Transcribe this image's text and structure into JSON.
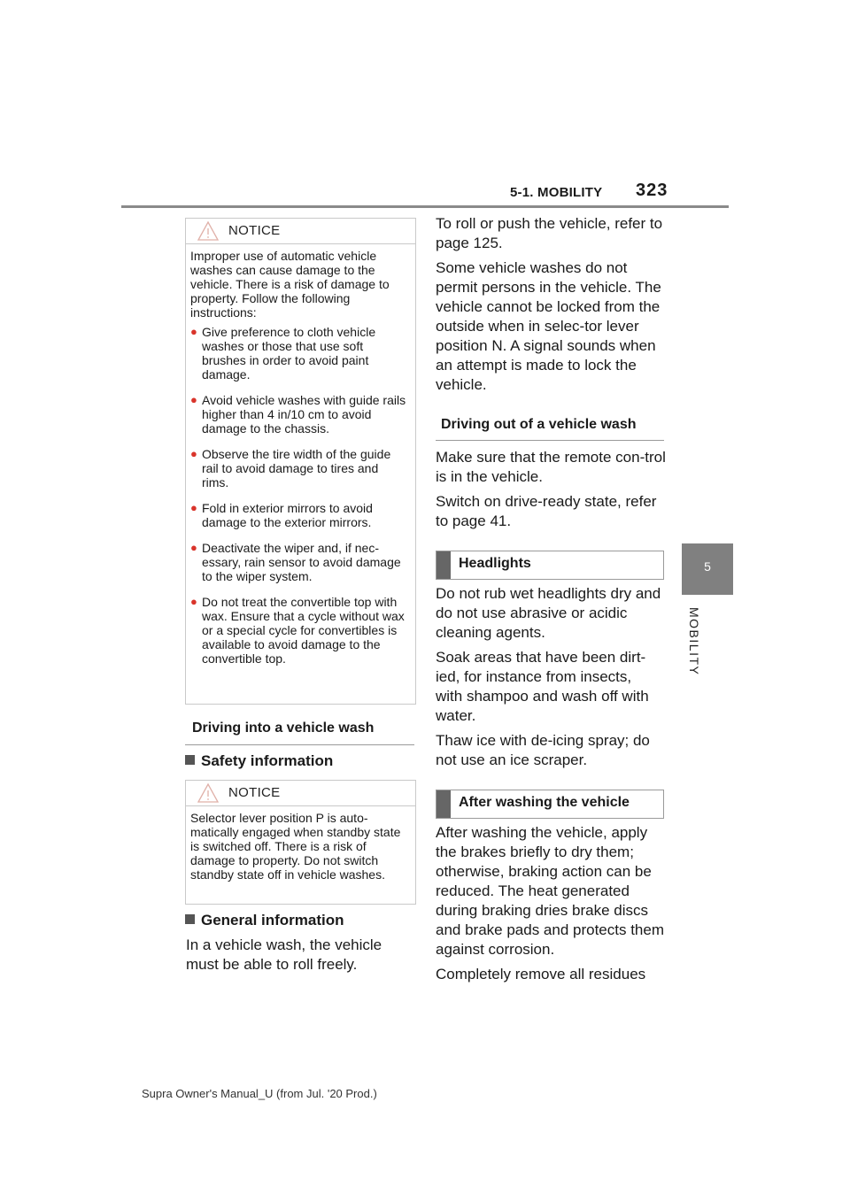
{
  "header": {
    "section": "5-1. MOBILITY",
    "page_number": "323"
  },
  "side_tab": {
    "number": "5",
    "label": "MOBILITY"
  },
  "notice1": {
    "title": "NOTICE",
    "intro": "Improper use of automatic vehicle washes can cause damage to the vehicle. There is a risk of damage to property. Follow the following instructions:",
    "bullets": [
      "Give preference to cloth vehicle washes or those that use soft brushes in order to avoid paint damage.",
      "Avoid vehicle washes with guide rails higher than 4 in/10 cm to avoid damage to the chassis.",
      "Observe the tire width of the guide rail to avoid damage to tires and rims.",
      "Fold in exterior mirrors to avoid damage to the exterior mirrors.",
      "Deactivate the wiper and, if nec-essary, rain sensor to avoid damage to the wiper system.",
      "Do not treat the convertible top with wax. Ensure that a cycle without wax or a special cycle for convertibles is available to avoid damage to the convertible top."
    ]
  },
  "section_into": "Driving into a vehicle wash",
  "sub_safety": "Safety information",
  "notice2": {
    "title": "NOTICE",
    "body": "Selector lever position P is auto-matically engaged when standby state is switched off. There is a risk of damage to property. Do not switch standby state off in vehicle washes."
  },
  "sub_general": "General information",
  "para_roll_freely": "In a vehicle wash, the vehicle must be able to roll freely.",
  "right": {
    "para1": "To roll or push the vehicle, refer to page 125.",
    "para2": "Some vehicle washes do not permit persons in the vehicle. The vehicle cannot be locked from the outside when in selec-tor lever position N. A signal sounds when an attempt is made to lock the vehicle.",
    "section_out": "Driving out of a vehicle wash",
    "para3": "Make sure that the remote con-trol is in the vehicle.",
    "para4": "Switch on drive-ready state, refer to page 41.",
    "section_headlights": "Headlights",
    "para5": "Do not rub wet headlights dry and do not use abrasive or acidic cleaning agents.",
    "para6": "Soak areas that have been dirt-ied, for instance from insects, with shampoo and wash off with water.",
    "para7": "Thaw ice with de-icing spray; do not use an ice scraper.",
    "section_after": "After washing the vehicle",
    "para8": "After washing the vehicle, apply the brakes briefly to dry them; otherwise, braking action can be reduced. The heat generated during braking dries brake discs and brake pads and protects them against corrosion.",
    "para9": "Completely remove all residues"
  },
  "footer": "Supra Owner's Manual_U (from Jul. '20 Prod.)",
  "colors": {
    "bullet": "#d9342b",
    "tab": "#808080",
    "block": "#666666"
  }
}
